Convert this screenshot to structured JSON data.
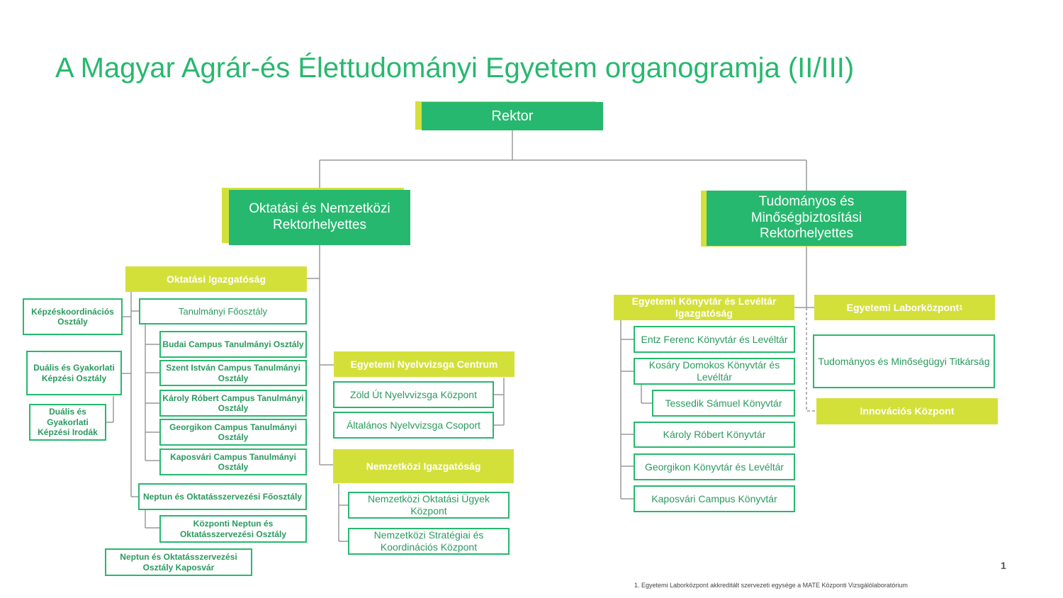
{
  "title": "A Magyar Agrár-és Élettudományi Egyetem organogramja (II/III)",
  "rektor": "Rektor",
  "vp_oktatasi": "Oktatási és Nemzetközi Rektorhelyettes",
  "vp_tudomanyos": "Tudományos és Minőségbiztosítási Rektorhelyettes",
  "oktatasi_igazgatosag": "Oktatási Igazgatóság",
  "kepzeskoord": "Képzéskoordinációs Osztály",
  "dualis_osztaly": "Duális és Gyakorlati Képzési Osztály",
  "dualis_irodak": "Duális és Gyakorlati Képzési Irodák",
  "tanulmanyi_foosztaly": "Tanulmányi Főosztály",
  "budai": "Budai Campus Tanulmányi Osztály",
  "szent_istvan": "Szent István Campus Tanulmányi Osztály",
  "karoly_robert_tan": "Károly Róbert Campus Tanulmányi Osztály",
  "georgikon_tan": "Georgikon Campus Tanulmányi Osztály",
  "kaposvari_tan": "Kaposvári Campus Tanulmányi Osztály",
  "neptun_foosztaly": "Neptun és Oktatásszervezési Főosztály",
  "kozponti_neptun": "Központi Neptun és Oktatásszervezési Osztály",
  "neptun_kaposvar": "Neptun és Oktatásszervezési Osztály Kaposvár",
  "nyelvvizsga_centrum": "Egyetemi Nyelvvizsga Centrum",
  "zold_ut": "Zöld Út Nyelvvizsga Központ",
  "altalanos": "Általános Nyelvvizsga Csoport",
  "nemzetkozi_igazgatosag": "Nemzetközi Igazgatóság",
  "nemzetkozi_oktatasi": "Nemzetközi Oktatási Ügyek Központ",
  "nemzetkozi_strategiai": "Nemzetközi Stratégiai és Koordinációs Központ",
  "konyvtar_igazgatosag": "Egyetemi Könyvtár és Levéltár Igazgatóság",
  "entz": "Entz Ferenc Könyvtár és Levéltár",
  "kosary": "Kosáry Domokos Könyvtár és Levéltár",
  "tessedik": "Tessedik Sámuel Könyvtár",
  "karoly_robert_konyvtar": "Károly Róbert Könyvtár",
  "georgikon_konyvtar": "Georgikon Könyvtár és Levéltár",
  "kaposvari_konyvtar": "Kaposvári Campus Könyvtár",
  "laborkozpont": "Egyetemi Laborközpont",
  "laborkozpont_sup": "1",
  "titkarsag": "Tudományos és Minőségügyi Titkárság",
  "innovacios": "Innovációs Központ",
  "page_number": "1",
  "footnote": "1. Egyetemi Laborközpont akkreditált szervezeti egysége a MATE Központi Vizsgálólaboratórium",
  "colors": {
    "green": "#27b86f",
    "lime": "#d4e03a",
    "line": "#9a9a9a"
  }
}
